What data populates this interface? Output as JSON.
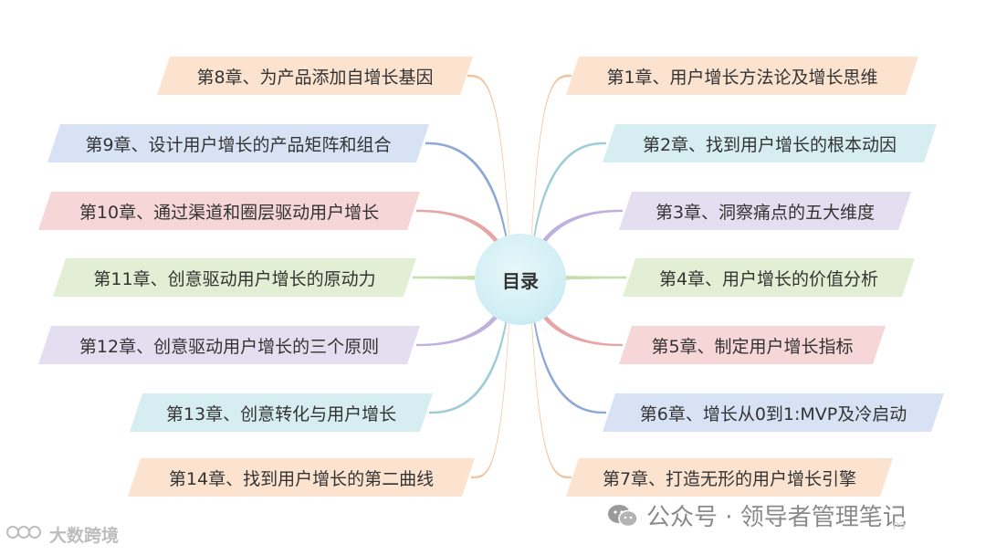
{
  "center": {
    "label": "目录"
  },
  "chapters_left": [
    {
      "label": "第8章、为产品添加自增长基因",
      "color": "#fbe3d0",
      "line": "#f2c39f"
    },
    {
      "label": "第9章、设计用户增长的产品矩阵和组合",
      "color": "#d7e3f4",
      "line": "#8fa9d6"
    },
    {
      "label": "第10章、通过渠道和圈层驱动用户增长",
      "color": "#f6d6d6",
      "line": "#e6a6a6"
    },
    {
      "label": "第11章、创意驱动用户增长的原动力",
      "color": "#e3efd5",
      "line": "#c5deaa"
    },
    {
      "label": "第12章、创意驱动用户增长的三个原则",
      "color": "#e4def1",
      "line": "#bfb1dd"
    },
    {
      "label": "第13章、创意转化与用户增长",
      "color": "#d6edf2",
      "line": "#9ccdd8"
    },
    {
      "label": "第14章、找到用户增长的第二曲线",
      "color": "#fbe3d0",
      "line": "#f2c39f"
    }
  ],
  "chapters_right": [
    {
      "label": "第1章、用户增长方法论及增长思维",
      "color": "#fbe3d0",
      "line": "#f2c39f"
    },
    {
      "label": "第2章、找到用户增长的根本动因",
      "color": "#d6edf2",
      "line": "#9ccdd8"
    },
    {
      "label": "第3章、洞察痛点的五大维度",
      "color": "#e4def1",
      "line": "#bfb1dd"
    },
    {
      "label": "第4章、用户增长的价值分析",
      "color": "#e3efd5",
      "line": "#c5deaa"
    },
    {
      "label": "第5章、制定用户增长指标",
      "color": "#f6d6d6",
      "line": "#e6a6a6"
    },
    {
      "label": "第6章、增长从0到1:MVP及冷启动",
      "color": "#d7e3f4",
      "line": "#8fa9d6"
    },
    {
      "label": "第7章、打造无形的用户增长引擎",
      "color": "#fbe3d0",
      "line": "#f2c39f"
    }
  ],
  "watermark": {
    "text": "公众号 · 领导者管理笔记",
    "brand": "大数跨境",
    "page_mark": "P9",
    "icon": "wechat-icon"
  }
}
